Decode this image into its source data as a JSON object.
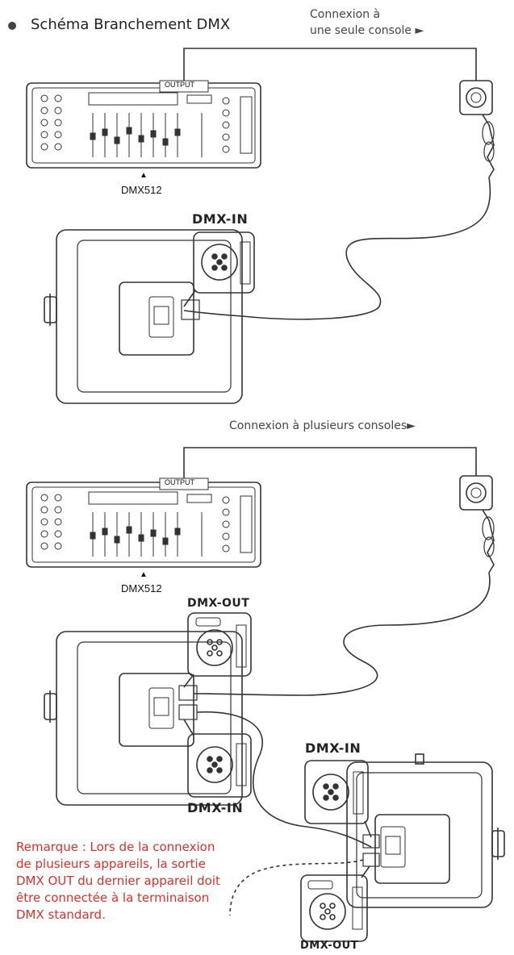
{
  "title": "Schéma Branchement DMX",
  "single": {
    "connection_label_line1": "Connexion à",
    "connection_label_line2": "une seule console ►",
    "output_label": "OUTPUT",
    "controller_label": "DMX512",
    "dmx_in_label": "DMX-IN"
  },
  "multi": {
    "connection_label": "Connexion à plusieurs consoles►",
    "output_label": "OUTPUT",
    "controller_label": "DMX512",
    "dmx_out_label_1": "DMX-OUT",
    "dmx_in_label_1": "DMX-IN",
    "dmx_in_label_2": "DMX-IN",
    "dmx_out_label_2": "DMX-OUT"
  },
  "note": "Remarque : Lors de la connexion de plusieurs appareils, la sortie DMX OUT du dernier appareil doit être connectée à la terminaison DMX standard.",
  "colors": {
    "line": "#333333",
    "note": "#e0302a"
  }
}
